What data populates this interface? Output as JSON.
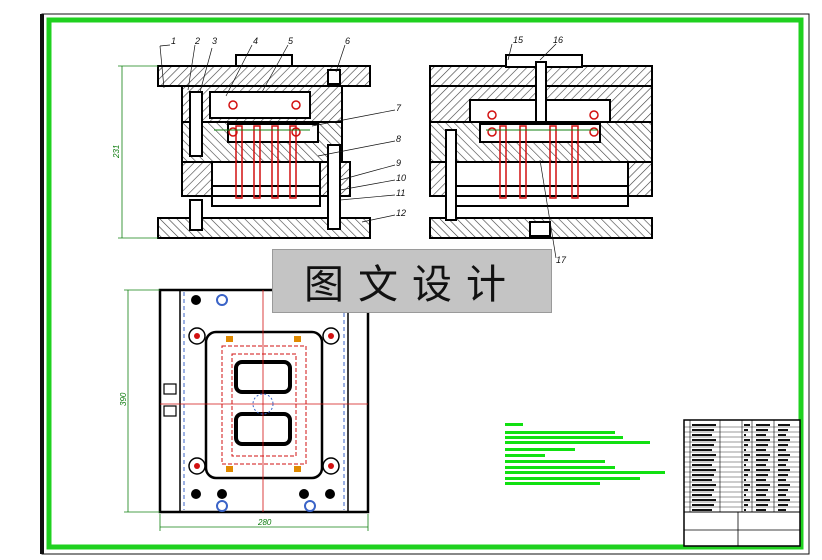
{
  "watermark": "图文设计",
  "part_labels": [
    "1",
    "2",
    "3",
    "4",
    "5",
    "6",
    "7",
    "8",
    "9",
    "10",
    "11",
    "12",
    "15",
    "16",
    "17"
  ],
  "dimensions": {
    "height": "231",
    "height_plan": "390",
    "width_plan": "280"
  },
  "colors": {
    "frame": "#1fd11f",
    "line": "#000000",
    "hatch": "#444444",
    "red": "#d21010",
    "green_dim": "#108010",
    "blue_dash": "#3a63c7"
  }
}
